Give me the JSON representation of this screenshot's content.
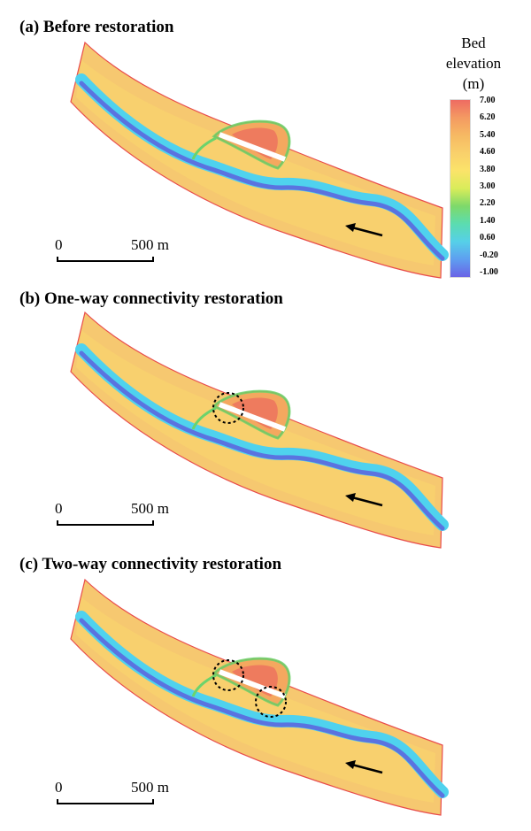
{
  "panels": [
    {
      "id": "a",
      "title": "(a) Before restoration",
      "circles": []
    },
    {
      "id": "b",
      "title": "(b) One-way connectivity restoration",
      "circles": [
        "upper"
      ]
    },
    {
      "id": "c",
      "title": "(c) Two-way connectivity restoration",
      "circles": [
        "upper",
        "lower"
      ]
    }
  ],
  "legend": {
    "title_line1": "Bed",
    "title_line2": "elevation",
    "title_line3": "(m)",
    "labels": [
      "7.00",
      "6.20",
      "5.40",
      "4.60",
      "3.80",
      "3.00",
      "2.20",
      "1.40",
      "0.60",
      "-0.20",
      "-1.00"
    ],
    "colors": [
      "#ee6b62",
      "#f49a62",
      "#f6b963",
      "#f9d06b",
      "#fbe36a",
      "#d9ec5a",
      "#7ed96a",
      "#5bdcb0",
      "#56d0e8",
      "#5e9ef0",
      "#6a63e6"
    ]
  },
  "scale_bar": {
    "zero": "0",
    "distance": "500 m"
  },
  "colors": {
    "bank": "#f6c870",
    "channel": "#4fd2ee",
    "thalweg": "#5a73e0",
    "deep": "#4a48c8",
    "outline": "#e84c4c",
    "arrow": "#000000",
    "circle": "#000000"
  }
}
